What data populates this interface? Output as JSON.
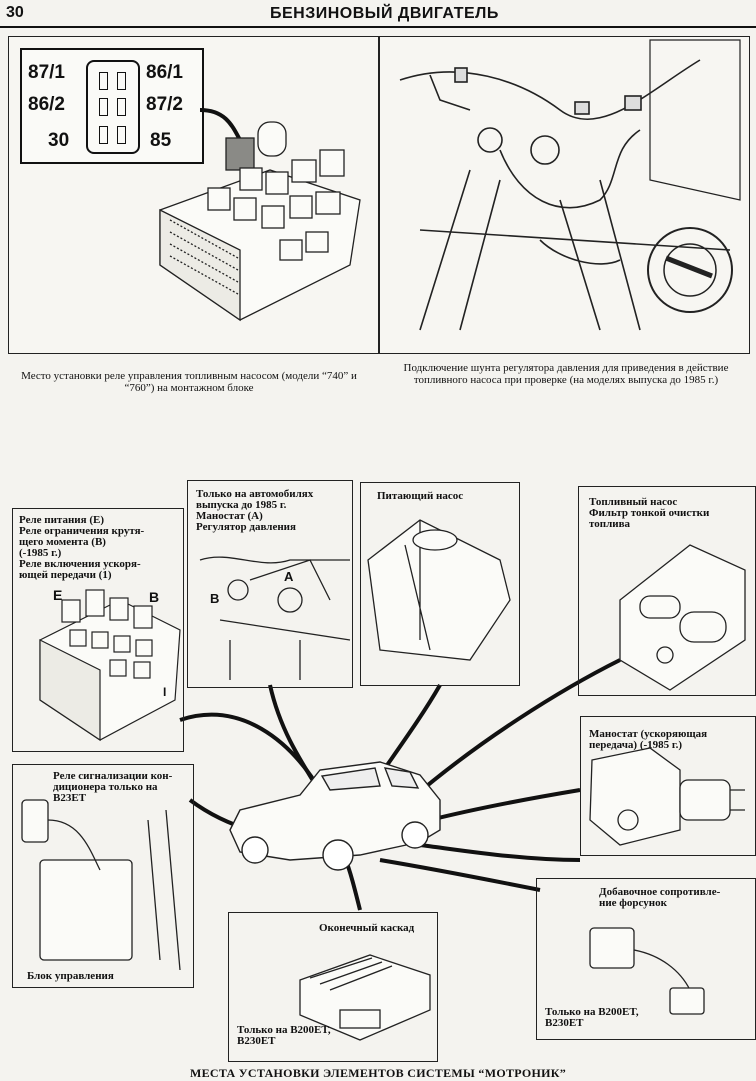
{
  "header": {
    "page_number": "30",
    "title": "БЕНЗИНОВЫЙ ДВИГАТЕЛЬ"
  },
  "relay_pins": {
    "p87_1": "87/1",
    "p86_1": "86/1",
    "p86_2": "86/2",
    "p87_2": "87/2",
    "p30": "30",
    "p85": "85"
  },
  "captions": {
    "top_left": "Место установки реле управления топливным насосом (модели “740” и “760”) на монтажном блоке",
    "top_right": "Подключение шунта регулятора давления для приведения в действие топливного насоса при проверке (на моделях выпуска до 1985 г.)"
  },
  "panels": {
    "relays": {
      "lines": [
        "Реле питания (E)",
        "Реле ограничения крутя-",
        "щего момента (B)",
        "(-1985 г.)",
        "Реле включения ускоря-",
        "ющей передачи (1)"
      ],
      "letter_e": "E",
      "letter_b": "B",
      "letter_1": "I"
    },
    "pressure": {
      "lines": [
        "Только на автомобилях",
        "выпуска до 1985 г.",
        "Маностат (A)",
        "Регулятор давления"
      ],
      "letter_a": "A",
      "letter_b": "B"
    },
    "feed_pump": {
      "title": "Питающий насос"
    },
    "fuel_pump": {
      "lines": [
        "Топливный насос",
        "Фильтр тонкой очистки",
        "топлива"
      ]
    },
    "manostat": {
      "lines": [
        "Маностат (ускоряющая",
        "передача) (-1985 г.)"
      ]
    },
    "ac_relay": {
      "lines": [
        "Реле сигнализации кон-",
        "диционера только на",
        "B23ET"
      ],
      "bottom": "Блок управления"
    },
    "output_stage": {
      "title": "Оконечный каскад",
      "lines": [
        "Только на B200ET,",
        "B230ET"
      ]
    },
    "resistor": {
      "lines": [
        "Добавочное сопротивле-",
        "ние форсунок"
      ],
      "bottom_lines": [
        "Только на B200ET,",
        "B230ET"
      ]
    }
  },
  "footer": "МЕСТА УСТАНОВКИ ЭЛЕМЕНТОВ СИСТЕМЫ “МОТРОНИК”"
}
